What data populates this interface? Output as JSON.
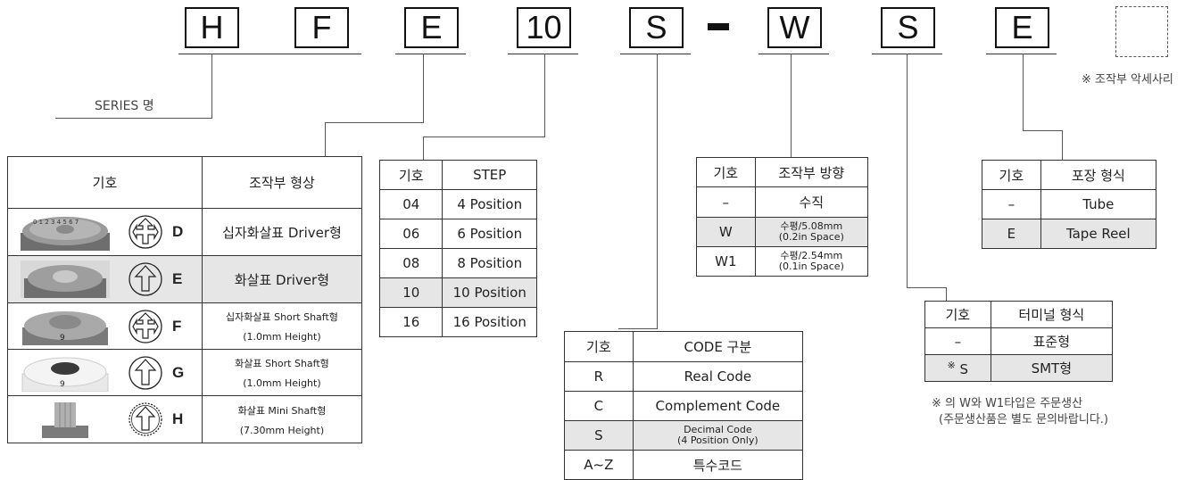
{
  "codes": [
    "H",
    "F",
    "E",
    "10",
    "S",
    "W",
    "S",
    "E"
  ],
  "series_label": "SERIES 명",
  "accessory_note": "※ 조작부 악세사리",
  "shape_table": {
    "header": [
      "기호",
      "조작부 형상"
    ],
    "rows": [
      {
        "code": "D",
        "thumb": "knob-dial-gray",
        "arrow": "cross-arrow",
        "desc": "십자화살표 Driver형",
        "sub": ""
      },
      {
        "code": "E",
        "thumb": "knob-flat-gray",
        "arrow": "arrow",
        "desc": "화살표 Driver형",
        "sub": ""
      },
      {
        "code": "F",
        "thumb": "knob-short-gray",
        "arrow": "cross-arrow",
        "desc": "십자화살표 Short Shaft형",
        "sub": "(1.0mm Height)"
      },
      {
        "code": "G",
        "thumb": "knob-short-white",
        "arrow": "arrow",
        "desc": "화살표 Short Shaft형",
        "sub": "(1.0mm Height)"
      },
      {
        "code": "H",
        "thumb": "knob-mini-shaft",
        "arrow": "arrow-serrated",
        "desc": "화살표 Mini Shaft형",
        "sub": "(7.30mm Height)"
      }
    ]
  },
  "step_table": {
    "header": [
      "기호",
      "STEP"
    ],
    "rows": [
      [
        "04",
        "4 Position"
      ],
      [
        "06",
        "6 Position"
      ],
      [
        "08",
        "8 Position"
      ],
      [
        "10",
        "10 Position"
      ],
      [
        "16",
        "16 Position"
      ]
    ]
  },
  "code_table": {
    "header": [
      "기호",
      "CODE 구분"
    ],
    "rows": [
      [
        "R",
        "Real Code",
        ""
      ],
      [
        "C",
        "Complement Code",
        ""
      ],
      [
        "S",
        "Decimal Code",
        "(4 Position Only)"
      ],
      [
        "A~Z",
        "특수코드",
        ""
      ]
    ]
  },
  "direction_table": {
    "header": [
      "기호",
      "조작부 방향"
    ],
    "rows": [
      [
        "–",
        "수직",
        ""
      ],
      [
        "W",
        "수평/5.08mm",
        "(0.2in Space)"
      ],
      [
        "W1",
        "수평/2.54mm",
        "(0.1in Space)"
      ]
    ]
  },
  "terminal_table": {
    "header": [
      "기호",
      "터미널 형식"
    ],
    "rows": [
      [
        "–",
        "표준형"
      ],
      [
        "S",
        "SMT형"
      ]
    ],
    "mark": "※"
  },
  "terminal_note": [
    "※  의 W와 W1타입은 주문생산",
    "(주문생산품은 별도 문의바랍니다.)"
  ],
  "packing_table": {
    "header": [
      "기호",
      "포장 형식"
    ],
    "rows": [
      [
        "–",
        "Tube"
      ],
      [
        "E",
        "Tape Reel"
      ]
    ]
  }
}
